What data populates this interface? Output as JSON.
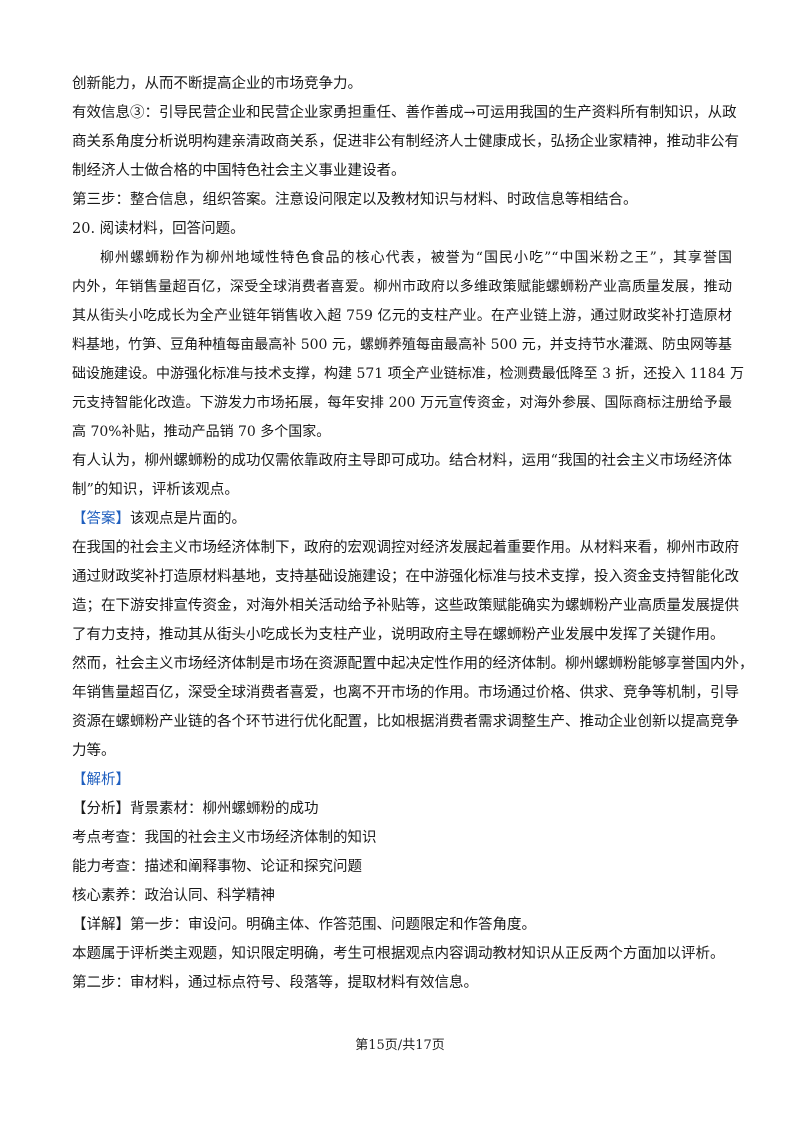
{
  "intro_lines": [
    "创新能力，从而不断提高企业的市场竞争力。",
    "有效信息③：引导民营企业和民营企业家勇担重任、善作善成→可运用我国的生产资料所有制知识，从政",
    "商关系角度分析说明构建亲清政商关系，促进非公有制经济人士健康成长，弘扬企业家精神，推动非公有",
    "制经济人士做合格的中国特色社会主义事业建设者。",
    "第三步：整合信息，组织答案。注意设问限定以及教材知识与材料、时政信息等相结合。"
  ],
  "question_heading": "20. 阅读材料，回答问题。",
  "material_lines": [
    "柳州螺蛳粉作为柳州地域性特色食品的核心代表，被誉为“国民小吃”“中国米粉之王”，其享誉国",
    "内外，年销售量超百亿，深受全球消费者喜爱。柳州市政府以多维政策赋能螺蛳粉产业高质量发展，推动",
    "其从街头小吃成长为全产业链年销售收入超 759 亿元的支柱产业。在产业链上游，通过财政奖补打造原材",
    "料基地，竹笋、豆角种植每亩最高补 500 元，螺蛳养殖每亩最高补 500 元，并支持节水灌溉、防虫网等基",
    "础设施建设。中游强化标准与技术支撑，构建 571 项全产业链标准，检测费最低降至 3 折，还投入 1184 万",
    "元支持智能化改造。下游发力市场拓展，每年安排 200 万元宣传资金，对海外参展、国际商标注册给予最",
    "高 70%补贴，推动产品销 70 多个国家。"
  ],
  "question_lines": [
    "有人认为，柳州螺蛳粉的成功仅需依靠政府主导即可成功。结合材料，运用“我国的社会主义市场经济体",
    "制”的知识，评析该观点。"
  ],
  "answer": {
    "tag": "【答案】",
    "first_line": "该观点是片面的。",
    "lines": [
      "在我国的社会主义市场经济体制下，政府的宏观调控对经济发展起着重要作用。从材料来看，柳州市政府",
      "通过财政奖补打造原材料基地，支持基础设施建设；在中游强化标准与技术支撑，投入资金支持智能化改",
      "造；在下游安排宣传资金，对海外相关活动给予补贴等，这些政策赋能确实为螺蛳粉产业高质量发展提供",
      "了有力支持，推动其从街头小吃成长为支柱产业，说明政府主导在螺蛳粉产业发展中发挥了关键作用。",
      "然而，社会主义市场经济体制是市场在资源配置中起决定性作用的经济体制。柳州螺蛳粉能够享誉国内外，",
      "年销售量超百亿，深受全球消费者喜爱，也离不开市场的作用。市场通过价格、供求、竞争等机制，引导",
      "资源在螺蛳粉产业链的各个环节进行优化配置，比如根据消费者需求调整生产、推动企业创新以提高竞争",
      "力等。"
    ]
  },
  "analysis": {
    "tag": "【解析】",
    "lines": [
      "【分析】背景素材：柳州螺蛳粉的成功",
      "考点考查：我国的社会主义市场经济体制的知识",
      "能力考查：描述和阐释事物、论证和探究问题",
      "核心素养：政治认同、科学精神",
      "【详解】第一步：审设问。明确主体、作答范围、问题限定和作答角度。",
      "本题属于评析类主观题，知识限定明确，考生可根据观点内容调动教材知识从正反两个方面加以评析。",
      "第二步：审材料，通过标点符号、段落等，提取材料有效信息。"
    ]
  },
  "footer": "第15页/共17页"
}
